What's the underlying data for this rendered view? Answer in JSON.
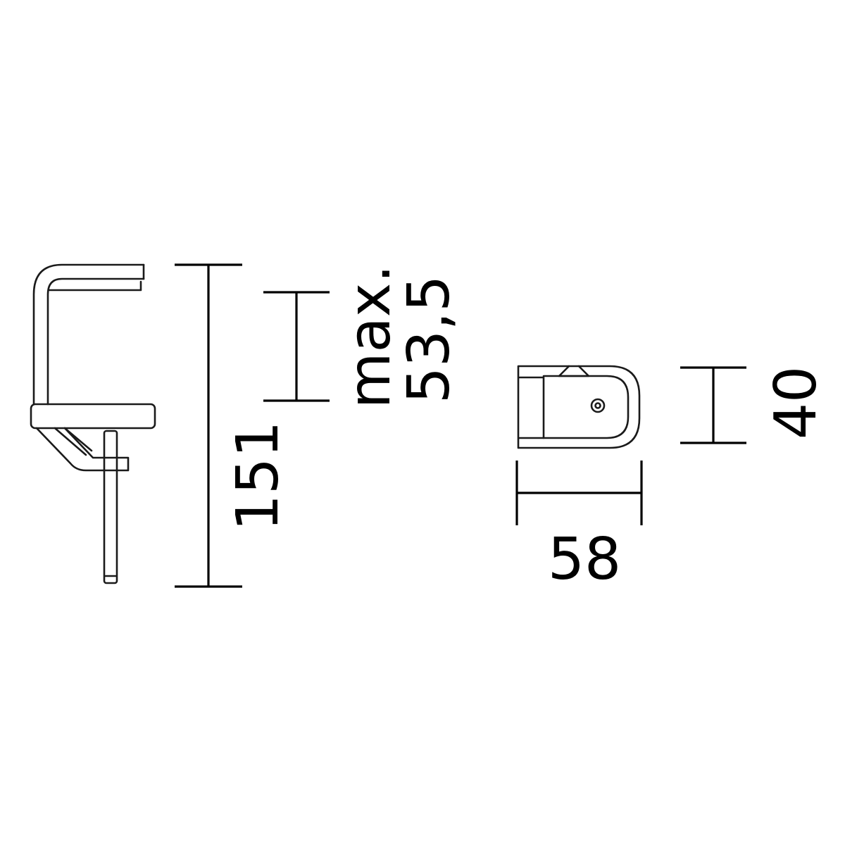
{
  "dimensions": {
    "height_total": "151",
    "clamp_opening_prefix": "max.",
    "clamp_opening_value": "53,5",
    "top_view_width": "58",
    "top_view_depth": "40"
  },
  "colors": {
    "line": "#1a1a1a",
    "background": "#ffffff"
  }
}
